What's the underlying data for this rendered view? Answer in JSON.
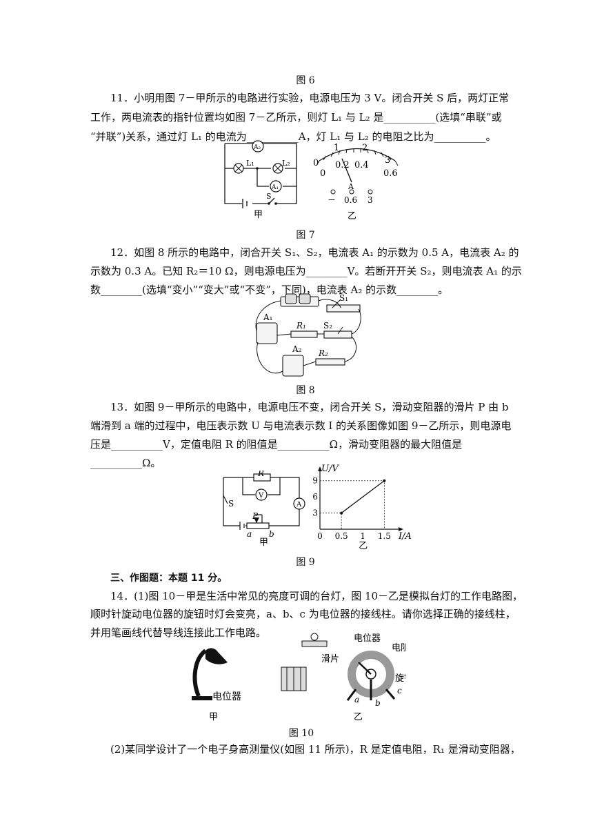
{
  "captions": {
    "fig6": "图 6",
    "fig7": "图 7",
    "fig8": "图 8",
    "fig9": "图 9",
    "fig10": "图 10"
  },
  "q11": {
    "l1": "11．小明用图 7－甲所示的电路进行实验，电源电压为 3 V。闭合开关 S 后，两灯正常",
    "l2": "工作，两电流表的指针位置均如图 7－乙所示，则灯 L₁ 与 L₂ 是__________(选填“串联”或",
    "l3": "“并联”)关系，通过灯 L₁ 的电流为__________A，灯 L₁ 与 L₂ 的电阻之比为__________。"
  },
  "fig7": {
    "jia": "甲",
    "yi": "乙",
    "a2": "A₂",
    "a1": "A₁",
    "l1": "L₁",
    "l2": "L₂",
    "s": "S",
    "scale_top": [
      "0",
      "1",
      "2",
      "3"
    ],
    "scale_bottom": [
      "0",
      "0.2",
      "0.4",
      "0.6"
    ],
    "meter_unit": "A",
    "terminals": [
      "－",
      "0.6",
      "3"
    ]
  },
  "q12": {
    "l1": "12．如图 8 所示的电路中，闭合开关 S₁、S₂，电流表 A₁ 的示数为 0.5 A，电流表 A₂ 的",
    "l2": "示数为 0.3 A。已知 R₂＝10 Ω，则电源电压为________V。若断开开关 S₂，则电流表 A₁ 的示",
    "l3": "数________(选填“变小”“变大”或“不变”，下同)，电流表 A₂ 的示数________。"
  },
  "fig8": {
    "s1": "S₁",
    "s2": "S₂",
    "a1": "A₁",
    "a2": "A₂",
    "r1": "R₁",
    "r2": "R₂"
  },
  "q13": {
    "l1": "13．如图 9－甲所示的电路中，电源电压不变，闭合开关 S，滑动变阻器的滑片 P 由 b",
    "l2": "端滑到 a 端的过程中，电压表示数 U 与电流表示数 I 的关系图像如图 9－乙所示，则电源电",
    "l3": "压是__________V，定值电阻 R 的阻值是__________Ω，滑动变阻器的最大阻值是",
    "l4": "__________Ω。"
  },
  "fig9": {
    "jia": "甲",
    "yi": "乙",
    "r": "R",
    "v": "V",
    "a": "A",
    "s": "S",
    "p": "P",
    "ta": "a",
    "tb": "b",
    "ylabel": "U/V",
    "xlabel": "I/A",
    "yticks": [
      "3",
      "6",
      "9"
    ],
    "xticks": [
      "0",
      "0.5",
      "1",
      "1.5"
    ]
  },
  "chart_data": {
    "type": "line",
    "xlabel": "I/A",
    "ylabel": "U/V",
    "series": [
      {
        "x": [
          0.5,
          1.5
        ],
        "y": [
          3,
          9
        ]
      }
    ],
    "xlim": [
      0,
      1.8
    ],
    "ylim": [
      0,
      10.5
    ]
  },
  "section3": "三、作图题：本题 11 分。",
  "q14": {
    "l1": "14．(1)图 10－甲是生活中常见的亮度可调的台灯，图 10－乙是模拟台灯的工作电路图，",
    "l2": "顺时针旋动电位器的旋钮时灯会变亮，a、b、c 为电位器的接线柱。请你选择正确的接线柱，",
    "l3": "并用笔画线代替导线连接此工作电路。",
    "l4": "(2)某同学设计了一个电子身高测量仪(如图 11 所示)，R 是定值电阻，R₁ 是滑动变阻器，"
  },
  "fig10": {
    "jia": "甲",
    "yi": "乙",
    "lamp_label": "电位器",
    "potentiometer": "电位器",
    "wire": "电阻丝",
    "slider": "滑片",
    "knob": "旋钮",
    "a": "a",
    "b": "b",
    "c": "c"
  }
}
